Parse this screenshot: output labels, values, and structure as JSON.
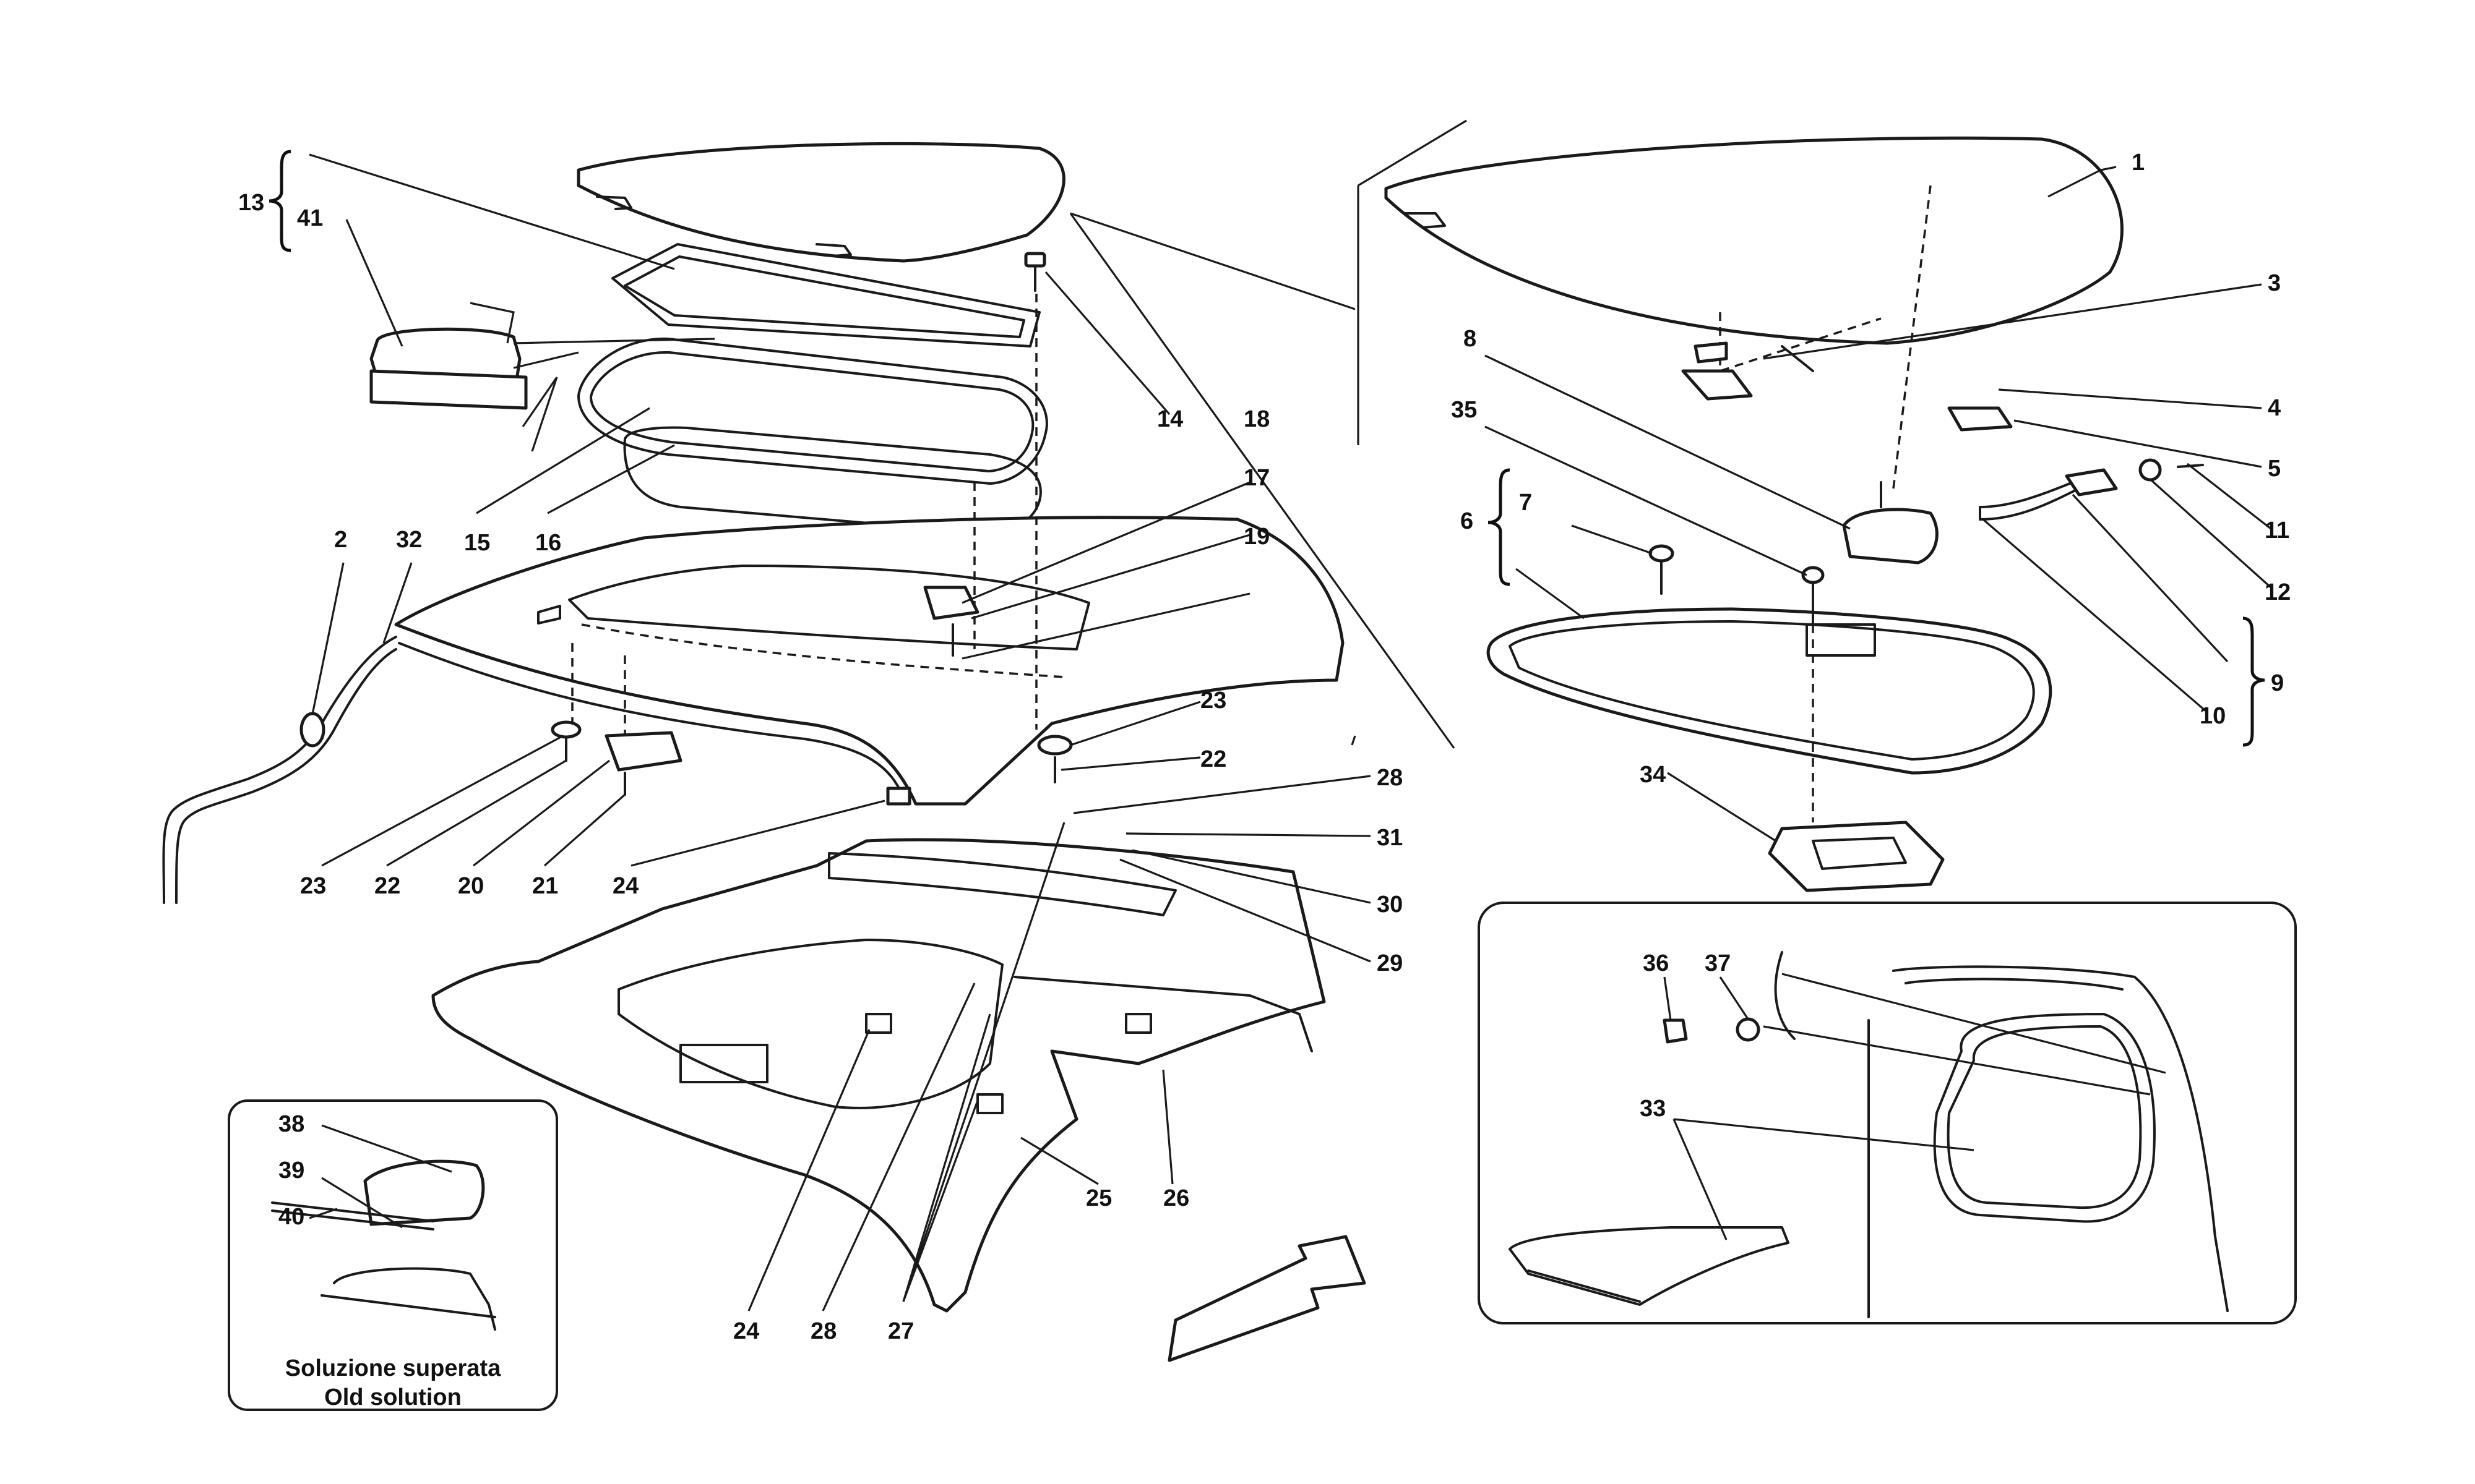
{
  "inset_old": {
    "caption_line1": "Soluzione superata",
    "caption_line2": "Old solution"
  },
  "callouts": [
    "1",
    "2",
    "3",
    "4",
    "5",
    "6",
    "7",
    "8",
    "9",
    "10",
    "11",
    "12",
    "13",
    "14",
    "15",
    "16",
    "17",
    "18",
    "19",
    "20",
    "21",
    "22",
    "23",
    "24",
    "25",
    "26",
    "27",
    "28",
    "29",
    "30",
    "31",
    "32",
    "33",
    "34",
    "35",
    "36",
    "37",
    "38",
    "39",
    "40",
    "41"
  ],
  "colors": {
    "line": "#1a1a1a",
    "background": "#ffffff"
  }
}
